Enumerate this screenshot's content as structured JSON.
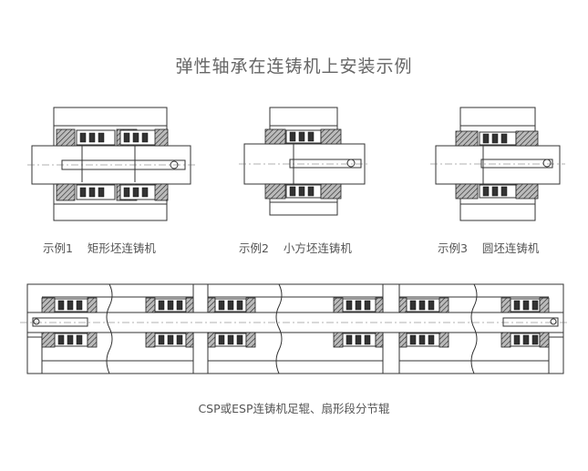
{
  "title": "弹性轴承在连铸机上安装示例",
  "examples": [
    {
      "num": "示例1",
      "label": "矩形坯连铸机"
    },
    {
      "num": "示例2",
      "label": "小方坯连铸机"
    },
    {
      "num": "示例3",
      "label": "圆坯连铸机"
    }
  ],
  "bottom_caption": "CSP或ESP连铸机足辊、扇形段分节辊"
}
